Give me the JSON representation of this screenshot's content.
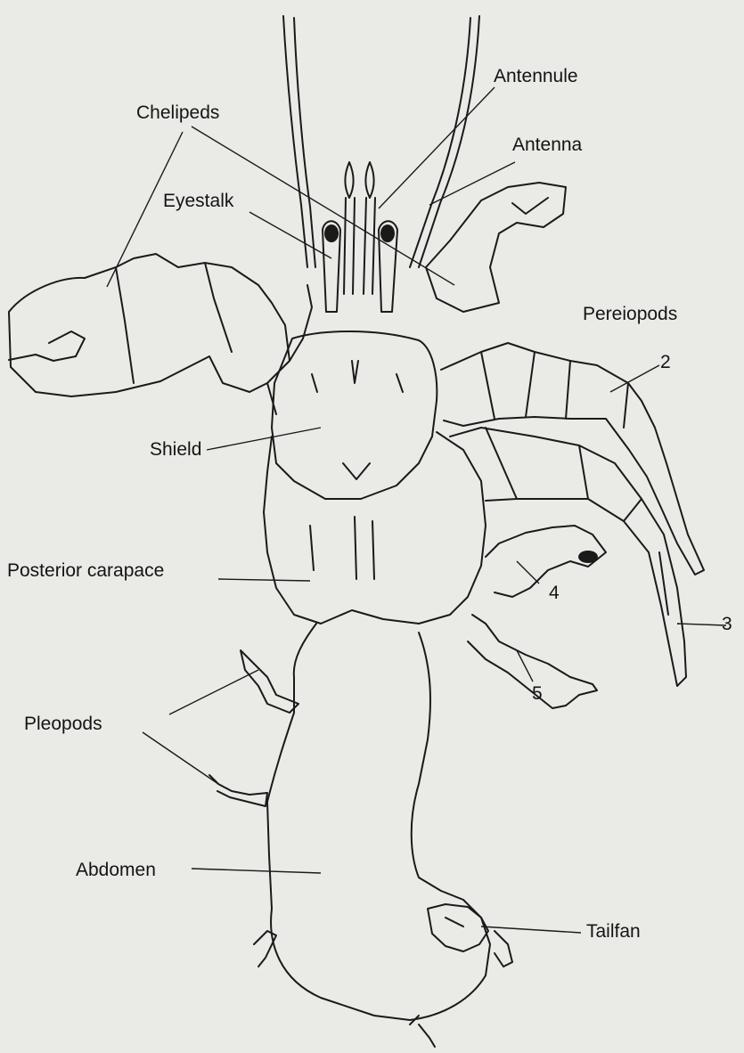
{
  "labels": {
    "chelipeds": "Chelipeds",
    "antennule": "Antennule",
    "antenna": "Antenna",
    "eyestalk": "Eyestalk",
    "pereiopods": "Pereiopods",
    "shield": "Shield",
    "posterior_carapace": "Posterior carapace",
    "pleopods": "Pleopods",
    "abdomen": "Abdomen",
    "tailfan": "Tailfan",
    "leg2": "2",
    "leg3": "3",
    "leg4": "4",
    "leg5": "5"
  },
  "colors": {
    "ink": "#1a1a1a",
    "paper": "#eaeae7"
  }
}
